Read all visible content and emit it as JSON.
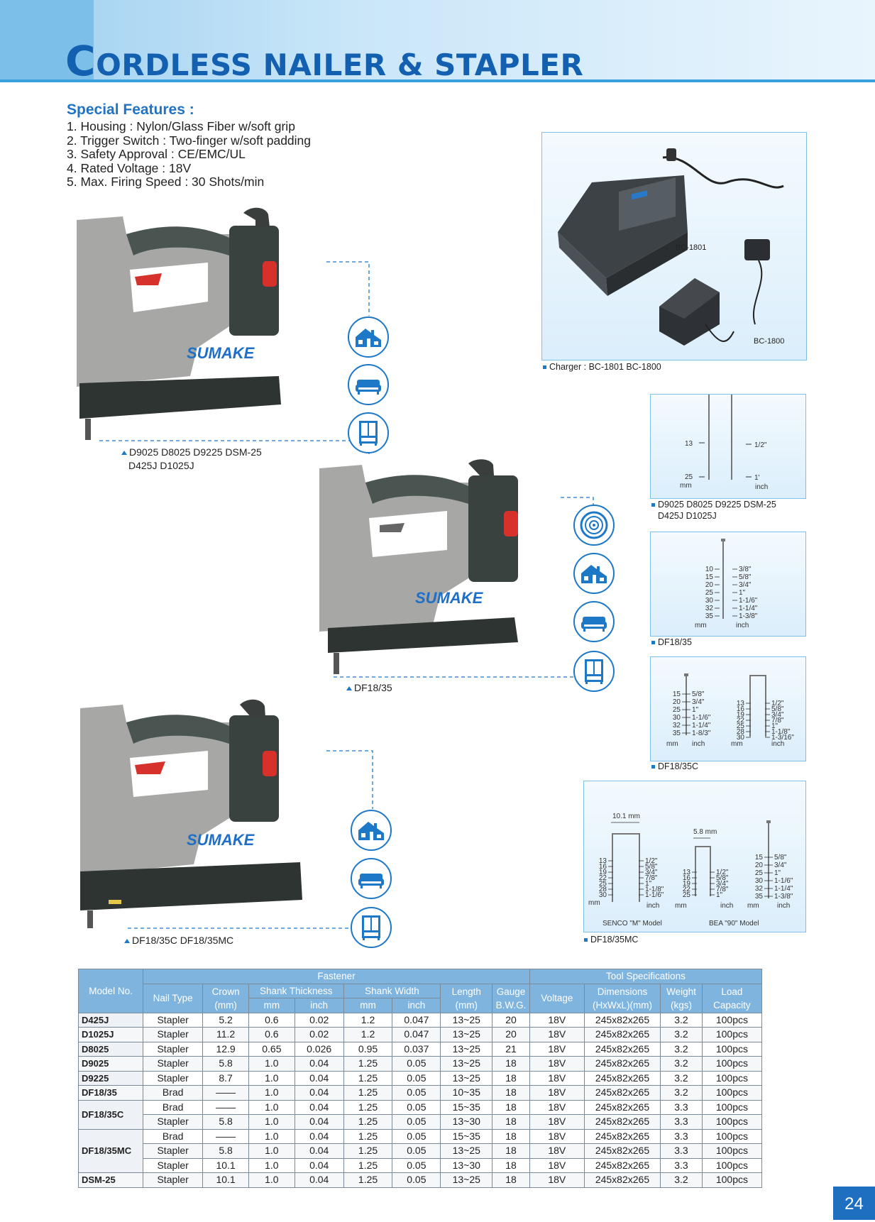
{
  "title": {
    "cap": "C",
    "rest": "ORDLESS NAILER & STAPLER"
  },
  "features": {
    "heading": "Special Features :",
    "items": [
      "1. Housing : Nylon/Glass Fiber w/soft grip",
      "2. Trigger Switch : Two-finger w/soft padding",
      "3. Safety Approval : CE/EMC/UL",
      "4. Rated Voltage : 18V",
      "5. Max. Firing Speed : 30 Shots/min"
    ]
  },
  "brand": "SUMAKE",
  "charger": {
    "label_1801": "BC-1801",
    "label_1800": "BC-1800",
    "caption": "Charger : BC-1801   BC-1800"
  },
  "tools": [
    {
      "caption_line1": "D9025   D8025   D9225   DSM-25",
      "caption_line2": "D425J   D1025J"
    },
    {
      "caption_line1": "DF18/35"
    },
    {
      "caption_line1": "DF18/35C DF18/35MC"
    }
  ],
  "fasteners": {
    "box1": {
      "caption_line1": "D9025   D8025   D9225   DSM-25",
      "caption_line2": "D425J   D1025J",
      "mm": [
        "13",
        "25"
      ],
      "inch": [
        "1/2\"",
        "1'"
      ],
      "mm_label": "mm",
      "inch_label": "inch"
    },
    "box2": {
      "caption": "DF18/35",
      "mm": [
        "10",
        "15",
        "20",
        "25",
        "30",
        "32",
        "35"
      ],
      "inch": [
        "3/8\"",
        "5/8\"",
        "3/4\"",
        "1\"",
        "1-1/6\"",
        "1-1/4\"",
        "1-3/8\""
      ],
      "mm_label": "mm",
      "inch_label": "inch"
    },
    "box3": {
      "caption": "DF18/35C",
      "brad_mm": [
        "15",
        "20",
        "25",
        "30",
        "32",
        "35"
      ],
      "brad_inch": [
        "5/8\"",
        "3/4\"",
        "1\"",
        "1-1/6\"",
        "1-1/4\"",
        "1-8/3\""
      ],
      "staple_mm": [
        "13",
        "16",
        "19",
        "22",
        "25",
        "28",
        "30"
      ],
      "staple_inch": [
        "1/2\"",
        "5/8\"",
        "3/4\"",
        "7/8\"",
        "1\"",
        "1-1/8\"",
        "1-3/16\""
      ],
      "mm_label": "mm",
      "inch_label": "inch"
    },
    "box4": {
      "caption": "DF18/35MC",
      "senco_width": "10.1 mm",
      "bea_width": "5.8 mm",
      "senco_mm": [
        "13",
        "16",
        "19",
        "22",
        "25",
        "28",
        "30"
      ],
      "senco_inch": [
        "1/2\"",
        "5/8\"",
        "3/4\"",
        "7/8\"",
        "1\"",
        "1-1/8\"",
        "1-1/6\""
      ],
      "bea_mm": [
        "13",
        "16",
        "19",
        "22",
        "25"
      ],
      "bea_inch": [
        "1/2\"",
        "5/8\"",
        "3/4\"",
        "7/8\"",
        "1\""
      ],
      "brad_mm": [
        "15",
        "20",
        "25",
        "30",
        "32",
        "35"
      ],
      "brad_inch": [
        "5/8\"",
        "3/4\"",
        "1\"",
        "1-1/6\"",
        "1-1/4\"",
        "1-3/8\""
      ],
      "mm_label": "mm",
      "inch_label": "inch",
      "senco_label": "SENCO \"M\" Model",
      "bea_label": "BEA \"90\" Model"
    }
  },
  "table": {
    "headers": {
      "model": "Model No.",
      "fastener": "Fastener",
      "tool_specs": "Tool Specifications",
      "nail_type": "Nail Type",
      "crown": "Crown (mm)",
      "shank_thickness": "Shank Thickness",
      "shank_width": "Shank Width",
      "mm": "mm",
      "inch": "inch",
      "length": "Length (mm)",
      "gauge": "Gauge B.W.G.",
      "voltage": "Voltage",
      "dimensions": "Dimensions (HxWxL)(mm)",
      "weight": "Weight (kgs)",
      "load": "Load Capacity"
    },
    "rows": [
      {
        "model": "D425J",
        "cells": [
          "Stapler",
          "5.2",
          "0.6",
          "0.02",
          "1.2",
          "0.047",
          "13~25",
          "20",
          "18V",
          "245x82x265",
          "3.2",
          "100pcs"
        ]
      },
      {
        "model": "D1025J",
        "cells": [
          "Stapler",
          "11.2",
          "0.6",
          "0.02",
          "1.2",
          "0.047",
          "13~25",
          "20",
          "18V",
          "245x82x265",
          "3.2",
          "100pcs"
        ]
      },
      {
        "model": "D8025",
        "cells": [
          "Stapler",
          "12.9",
          "0.65",
          "0.026",
          "0.95",
          "0.037",
          "13~25",
          "21",
          "18V",
          "245x82x265",
          "3.2",
          "100pcs"
        ]
      },
      {
        "model": "D9025",
        "cells": [
          "Stapler",
          "5.8",
          "1.0",
          "0.04",
          "1.25",
          "0.05",
          "13~25",
          "18",
          "18V",
          "245x82x265",
          "3.2",
          "100pcs"
        ]
      },
      {
        "model": "D9225",
        "cells": [
          "Stapler",
          "8.7",
          "1.0",
          "0.04",
          "1.25",
          "0.05",
          "13~25",
          "18",
          "18V",
          "245x82x265",
          "3.2",
          "100pcs"
        ]
      },
      {
        "model": "DF18/35",
        "cells": [
          "Brad",
          "——",
          "1.0",
          "0.04",
          "1.25",
          "0.05",
          "10~35",
          "18",
          "18V",
          "245x82x265",
          "3.2",
          "100pcs"
        ]
      },
      {
        "model": "DF18/35C",
        "cells": [
          "Brad",
          "——",
          "1.0",
          "0.04",
          "1.25",
          "0.05",
          "15~35",
          "18",
          "18V",
          "245x82x265",
          "3.3",
          "100pcs"
        ]
      },
      {
        "model": "",
        "cells": [
          "Stapler",
          "5.8",
          "1.0",
          "0.04",
          "1.25",
          "0.05",
          "13~30",
          "18",
          "18V",
          "245x82x265",
          "3.3",
          "100pcs"
        ]
      },
      {
        "model": "DF18/35MC",
        "cells": [
          "Brad",
          "——",
          "1.0",
          "0.04",
          "1.25",
          "0.05",
          "15~35",
          "18",
          "18V",
          "245x82x265",
          "3.3",
          "100pcs"
        ]
      },
      {
        "model": "",
        "cells": [
          "Stapler",
          "5.8",
          "1.0",
          "0.04",
          "1.25",
          "0.05",
          "13~25",
          "18",
          "18V",
          "245x82x265",
          "3.3",
          "100pcs"
        ]
      },
      {
        "model": "",
        "cells": [
          "Stapler",
          "10.1",
          "1.0",
          "0.04",
          "1.25",
          "0.05",
          "13~30",
          "18",
          "18V",
          "245x82x265",
          "3.3",
          "100pcs"
        ]
      },
      {
        "model": "DSM-25",
        "cells": [
          "Stapler",
          "10.1",
          "1.0",
          "0.04",
          "1.25",
          "0.05",
          "13~25",
          "18",
          "18V",
          "245x82x265",
          "3.2",
          "100pcs"
        ]
      }
    ]
  },
  "page_number": "24"
}
